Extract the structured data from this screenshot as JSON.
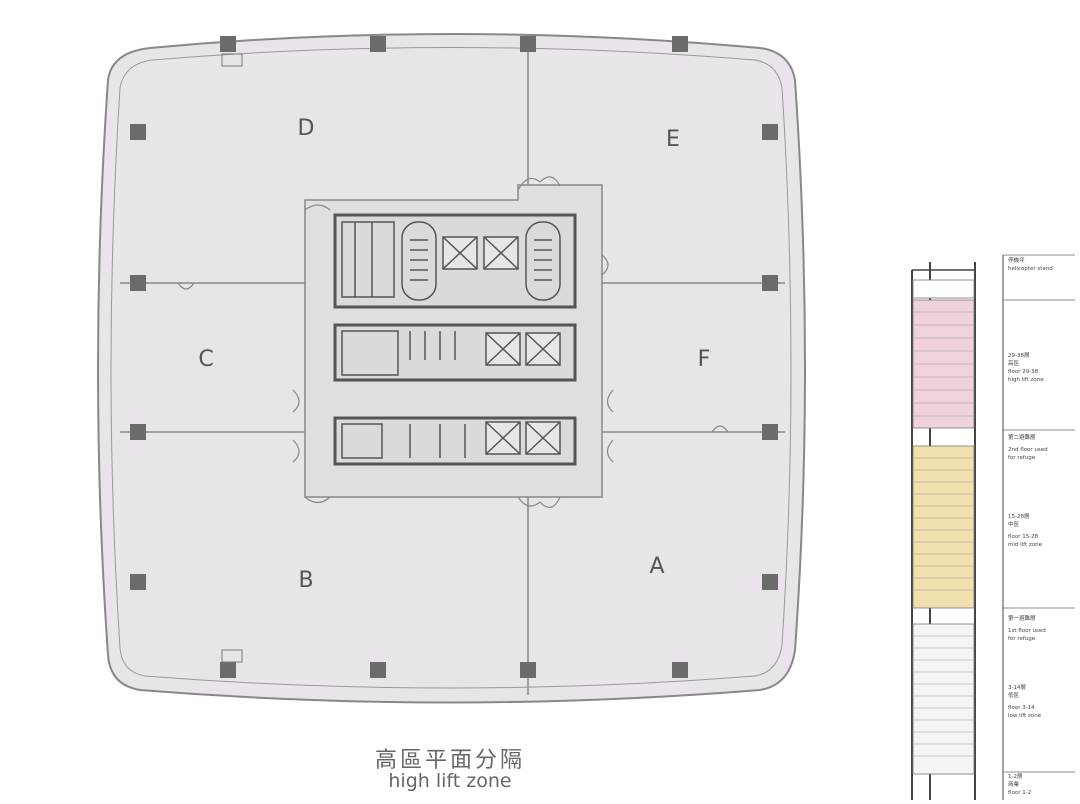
{
  "floor_plan": {
    "zones": [
      {
        "id": "zone-d",
        "label": "D"
      },
      {
        "id": "zone-e",
        "label": "E"
      },
      {
        "id": "zone-c",
        "label": "C"
      },
      {
        "id": "zone-f",
        "label": "F"
      },
      {
        "id": "zone-b",
        "label": "B"
      },
      {
        "id": "zone-a",
        "label": "A"
      }
    ],
    "caption_cn": "高區平面分隔",
    "caption_en": "high lift zone",
    "colors": {
      "floor_fill": "#e8e4e9",
      "outline": "#888888",
      "column": "#6b6b6b",
      "high_zone": "#f0d2dc",
      "mid_zone": "#f1dfae"
    }
  },
  "section_legend": [
    {
      "id": "heli",
      "lines": [
        "停機坪",
        "helicopter stand"
      ]
    },
    {
      "id": "high",
      "lines": [
        "29-38層",
        "高區",
        "floor 29-38",
        "high lift zone"
      ]
    },
    {
      "id": "refuge2",
      "lines": [
        "第二避難層",
        "2nd floor used",
        "for refuge"
      ]
    },
    {
      "id": "mid",
      "lines": [
        "15-28層",
        "中區",
        "floor 15-28",
        "mid lift zone"
      ]
    },
    {
      "id": "refuge1",
      "lines": [
        "第一避難層",
        "1st floor used",
        "for refuge"
      ]
    },
    {
      "id": "low",
      "lines": [
        "3-14層",
        "低區",
        "floor 3-14",
        "low lift zone"
      ]
    },
    {
      "id": "ground",
      "lines": [
        "1-2層",
        "商業",
        "floor 1-2"
      ]
    }
  ]
}
